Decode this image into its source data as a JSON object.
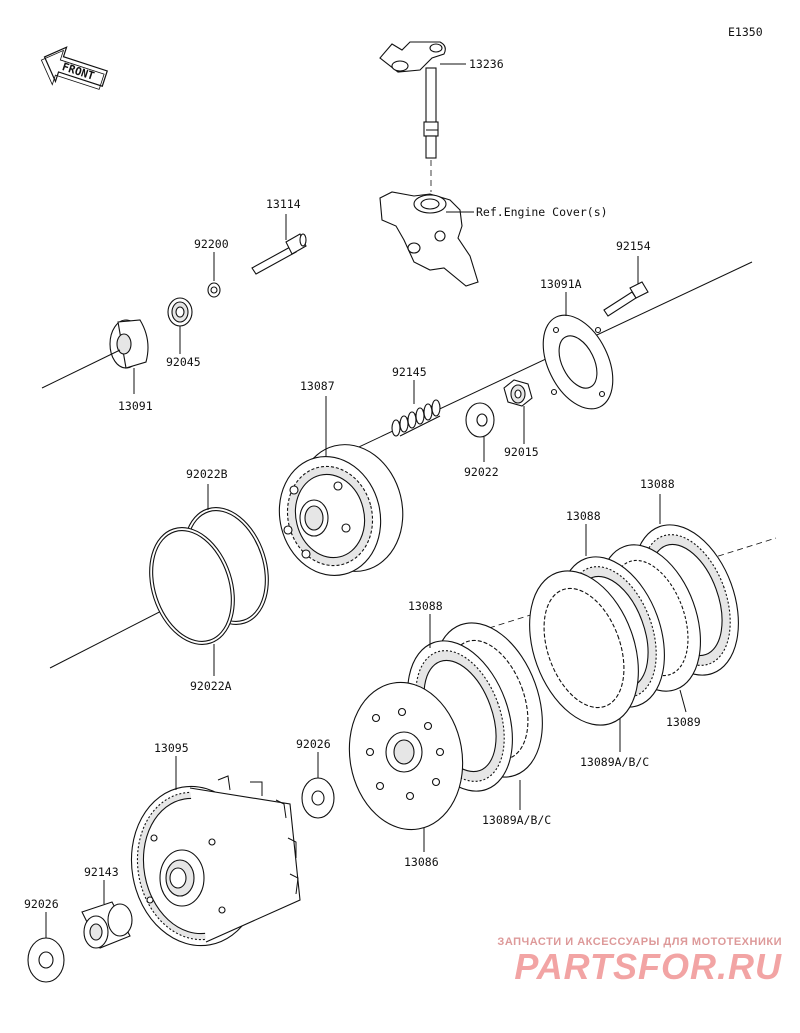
{
  "diagram_code": "E1350",
  "front_label": "FRONT",
  "ref_label": "Ref.Engine Cover(s)",
  "labels": {
    "p13236": "13236",
    "p13114": "13114",
    "p92200": "92200",
    "p92154": "92154",
    "p13091A": "13091A",
    "p92045": "92045",
    "p13091": "13091",
    "p92145": "92145",
    "p13087": "13087",
    "p92022": "92022",
    "p92015": "92015",
    "p92022B": "92022B",
    "p92022A": "92022A",
    "p13088_top": "13088",
    "p13088_mid": "13088",
    "p13088_low": "13088",
    "p13089": "13089",
    "p13089ABC_right": "13089A/B/C",
    "p13089ABC_low": "13089A/B/C",
    "p13095": "13095",
    "p92026_mid": "92026",
    "p92026_left": "92026",
    "p92143": "92143",
    "p13086": "13086"
  },
  "watermark": {
    "tagline": "ЗАПЧАСТИ И АКСЕССУАРЫ ДЛЯ МОТОТЕХНИКИ",
    "brand": "PARTSFOR.RU",
    "color": "#f2a4a4"
  }
}
